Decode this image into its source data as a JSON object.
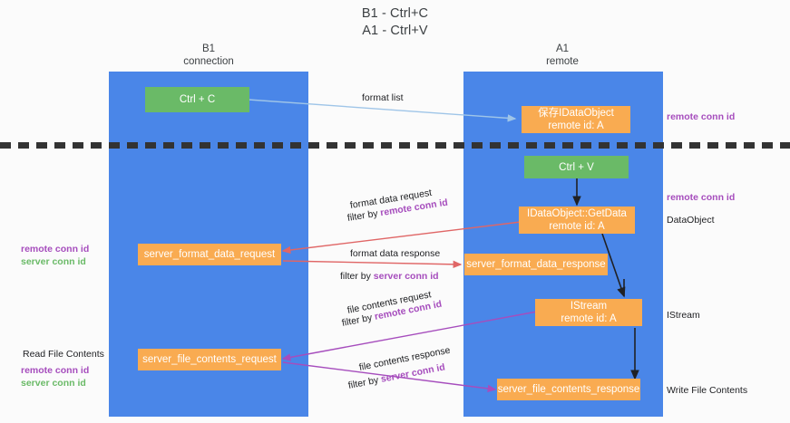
{
  "title": {
    "line1": "B1 - Ctrl+C",
    "line2": "A1 - Ctrl+V"
  },
  "lanes": [
    {
      "id": "b1",
      "name": "B1",
      "sub": "connection",
      "color": "#4a86e8"
    },
    {
      "id": "a1",
      "name": "A1",
      "sub": "remote",
      "color": "#4a86e8"
    }
  ],
  "nodes": {
    "ctrl_c": {
      "label": "Ctrl + C",
      "color": "#6aba67"
    },
    "ctrl_v": {
      "label": "Ctrl + V",
      "color": "#6aba67"
    },
    "save_idataobject": {
      "line1": "保存IDataObject",
      "line2": "remote id: A",
      "color": "#f9ab51"
    },
    "getdata": {
      "line1": "IDataObject::GetData",
      "line2": "remote id: A",
      "color": "#f9ab51"
    },
    "istream": {
      "line1": "IStream",
      "line2": "remote id: A",
      "color": "#f9ab51"
    },
    "server_format_data_request": {
      "label": "server_format_data_request",
      "color": "#f9ab51"
    },
    "server_format_data_response": {
      "label": "server_format_data_response",
      "color": "#f9ab51"
    },
    "server_file_contents_request": {
      "label": "server_file_contents_request",
      "color": "#f9ab51"
    },
    "server_file_contents_response": {
      "label": "server_file_contents_response",
      "color": "#f9ab51"
    }
  },
  "edges": {
    "format_list": {
      "label": "format list",
      "color": "#9fc5e8"
    },
    "format_data_request": {
      "label": "format data request",
      "filter_prefix": "filter by ",
      "filter_key": "remote conn id",
      "color": "#e06666"
    },
    "format_data_response": {
      "label": "format data response",
      "filter_prefix": "filter by ",
      "filter_key": "server conn id",
      "color": "#e06666"
    },
    "file_contents_request": {
      "label": "file contents request",
      "filter_prefix": "filter by ",
      "filter_key": "remote conn id",
      "color": "#a64dbd"
    },
    "file_contents_response": {
      "label": "file contents response",
      "filter_prefix": "filter by ",
      "filter_key": "server conn id",
      "color": "#a64dbd"
    }
  },
  "annotations": {
    "right_top": {
      "remote": "remote conn id"
    },
    "right_mid": {
      "remote": "remote conn id",
      "plain": "DataObject"
    },
    "right_istream": {
      "plain": "IStream"
    },
    "right_write": {
      "plain": "Write File Contents"
    },
    "left_format": {
      "remote": "remote conn id",
      "server": "server conn id"
    },
    "left_file": {
      "plain": "Read File Contents",
      "remote": "remote conn id",
      "server": "server conn id"
    }
  },
  "colors": {
    "lane": "#4a86e8",
    "orange": "#f9ab51",
    "green": "#6aba67",
    "purple": "#a64dbd",
    "red": "#e06666",
    "lightblue": "#9fc5e8",
    "black": "#202124"
  }
}
